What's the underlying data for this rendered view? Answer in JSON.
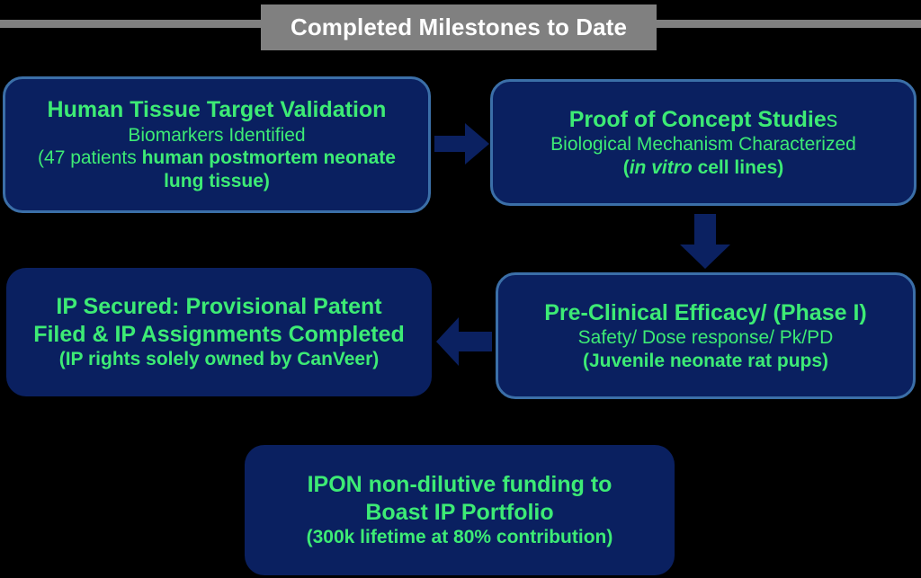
{
  "header": {
    "title": "Completed Milestones to Date",
    "chip_color": "#808080",
    "title_color": "#ffffff"
  },
  "theme": {
    "background": "#000000",
    "box_fill": "#0A2060",
    "box_border": "#3B6FA8",
    "text_green": "#3DEB75",
    "arrow_color": "#0B2161"
  },
  "nodes": {
    "validation": {
      "title": "Human Tissue Target Validation",
      "subtitle": "Biomarkers Identified",
      "note_prefix": "(47 patients ",
      "note_bold": "human postmortem neonate",
      "note_line2": "lung tissue)"
    },
    "proof_of_concept": {
      "title_bold": "Proof of Concept Studie",
      "title_tail": "s",
      "subtitle": "Biological Mechanism Characterized",
      "note_open": "(",
      "note_italic": "in vitro",
      "note_tail": " cell lines)"
    },
    "preclinical": {
      "title": "Pre-Clinical Efficacy/ (Phase I)",
      "subtitle": "Safety/ Dose response/ Pk/PD",
      "note": "(Juvenile neonate rat pups)"
    },
    "ip_secured": {
      "title_line1": "IP Secured: Provisional Patent",
      "title_line2": "Filed &  IP Assignments Completed",
      "note": "(IP rights solely owned by CanVeer)"
    },
    "ipon": {
      "title_line1": "IPON non-dilutive funding to",
      "title_line2": "Boast IP Portfolio",
      "note": "(300k lifetime at 80% contribution)"
    }
  },
  "arrows": {
    "validation_to_poc": "arrow-right",
    "poc_to_preclinical": "arrow-down",
    "preclinical_to_ip": "arrow-left"
  }
}
